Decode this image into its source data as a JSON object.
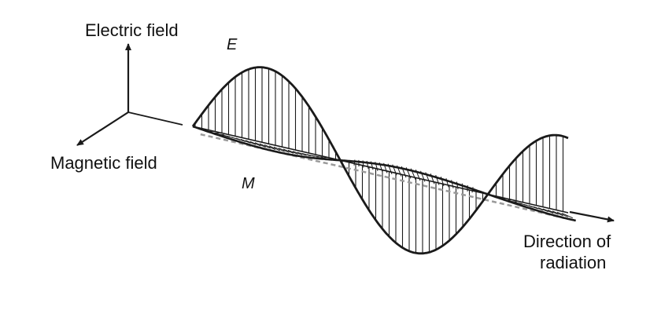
{
  "labels": {
    "electric_axis": "Electric field",
    "magnetic_axis": "Magnetic field",
    "e_wave": "E",
    "m_wave": "M",
    "direction_line1": "Direction of",
    "direction_line2": "radiation"
  },
  "colors": {
    "stroke": "#1a1a1a",
    "dashed_axis": "#9a9a9a"
  }
}
